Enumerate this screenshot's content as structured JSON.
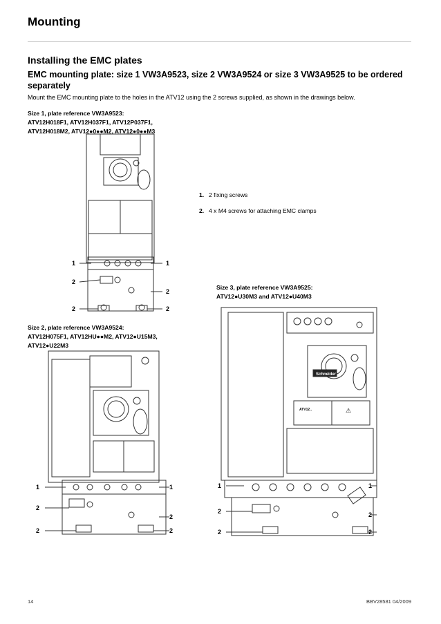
{
  "header": {
    "title": "Mounting"
  },
  "section": {
    "title": "Installing the EMC plates",
    "subtitle": "EMC mounting plate: size 1 VW3A9523, size 2 VW3A9524 or size 3 VW3A9525 to be ordered separately",
    "intro": "Mount the EMC mounting plate to the holes in the ATV12 using the 2 screws supplied, as shown in the drawings below."
  },
  "size1": {
    "lines": [
      "Size 1, plate reference VW3A9523:",
      "ATV12H018F1,  ATV12H037F1,  ATV12P037F1,",
      "ATV12H018M2, ATV12●0●●M2,  ATV12●0●●M3"
    ]
  },
  "size2": {
    "lines": [
      "Size 2, plate reference VW3A9524:",
      "ATV12H075F1,  ATV12HU●●M2,  ATV12●U15M3,",
      "ATV12●U22M3"
    ]
  },
  "size3": {
    "lines": [
      "Size 3, plate reference VW3A9525:",
      "ATV12●U30M3 and ATV12●U40M3"
    ]
  },
  "legend": [
    {
      "num": "1.",
      "text": "2 fixing screws"
    },
    {
      "num": "2.",
      "text": "4 x M4 screws for attaching EMC clamps"
    }
  ],
  "callouts": {
    "one": "1",
    "two": "2"
  },
  "device_labels": {
    "brand": "Schneider",
    "model": "ATV12..",
    "warning": "⚠"
  },
  "footer": {
    "page": "14",
    "ref": "BBV28581  04/2009"
  }
}
